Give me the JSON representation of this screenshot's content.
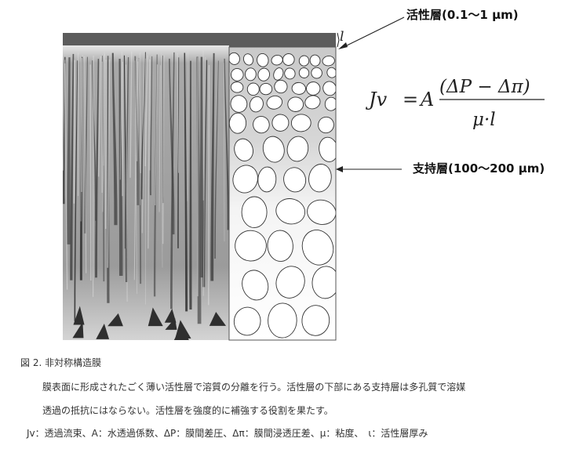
{
  "figure": {
    "active_layer_label": "活性層(0.1〜1 μm)",
    "support_layer_label": "支持層(100〜200 μm)",
    "thickness_symbol": "l",
    "equation": {
      "lhs": "Jv",
      "equals": "=",
      "coef": "A",
      "numerator": "(ΔP − Δπ)",
      "denominator": "μ·l"
    }
  },
  "caption": {
    "heading": "図 2.  非対称構造膜",
    "line1": "膜表面に形成されたごく薄い活性層で溶質の分離を行う。活性層の下部にある支持層は多孔質で溶媒",
    "line2": "透過の抵抗にはならない。活性層を強度的に補強する役割を果たす。",
    "line3": "Jv：透過流束、A：水透過係数、ΔP：膜間差圧、Δπ：膜間浸透圧差、μ：粘度、　ι：活性層厚み"
  }
}
